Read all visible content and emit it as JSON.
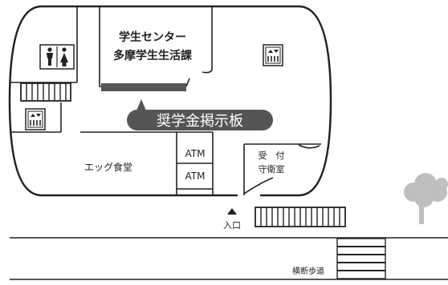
{
  "labels": {
    "student_center": "学生センター",
    "student_affairs": "多摩学生生活課",
    "bulletin_board": "奨学金掲示板",
    "cafeteria": "エッグ食堂",
    "atm_upper": "ATM",
    "atm_lower": "ATM",
    "reception_1": "受　付",
    "reception_2": "守衛室",
    "entrance": "入口",
    "crosswalk": "横断歩道"
  },
  "icons": {
    "restroom": "restroom-icon",
    "elevator": "elevator-icon",
    "tree": "tree-icon",
    "entrance_marker": "triangle-up-icon",
    "board_pointer": "triangle-up-icon"
  },
  "colors": {
    "line": "#222222",
    "board_bg": "#555555",
    "board_text": "#ffffff",
    "tree": "#bfbfbf",
    "counter": "#555555"
  }
}
